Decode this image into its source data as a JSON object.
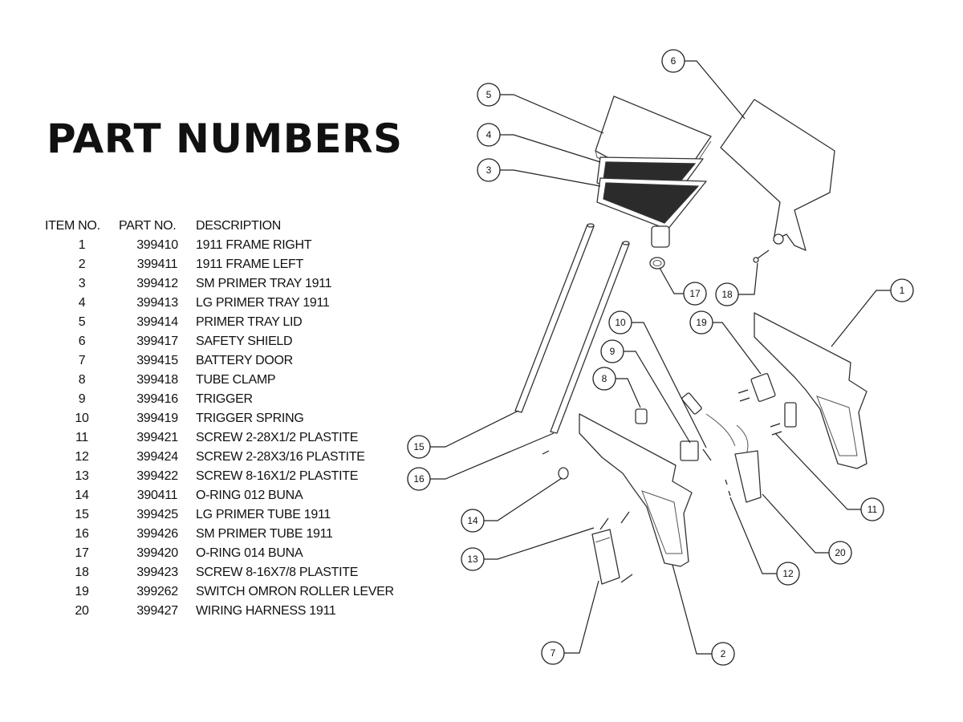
{
  "heading": "PART NUMBERS",
  "table": {
    "headers": {
      "item": "ITEM NO.",
      "part": "PART NO.",
      "description": "DESCRIPTION"
    },
    "rows": [
      {
        "item": "1",
        "part": "399410",
        "description": "1911 FRAME RIGHT"
      },
      {
        "item": "2",
        "part": "399411",
        "description": "1911 FRAME LEFT"
      },
      {
        "item": "3",
        "part": "399412",
        "description": "SM PRIMER TRAY 1911"
      },
      {
        "item": "4",
        "part": "399413",
        "description": "LG PRIMER TRAY 1911"
      },
      {
        "item": "5",
        "part": "399414",
        "description": "PRIMER TRAY LID"
      },
      {
        "item": "6",
        "part": "399417",
        "description": "SAFETY SHIELD"
      },
      {
        "item": "7",
        "part": "399415",
        "description": "BATTERY DOOR"
      },
      {
        "item": "8",
        "part": "399418",
        "description": "TUBE CLAMP"
      },
      {
        "item": "9",
        "part": "399416",
        "description": "TRIGGER"
      },
      {
        "item": "10",
        "part": "399419",
        "description": "TRIGGER SPRING"
      },
      {
        "item": "11",
        "part": "399421",
        "description": "SCREW 2-28X1/2 PLASTITE"
      },
      {
        "item": "12",
        "part": "399424",
        "description": "SCREW 2-28X3/16 PLASTITE"
      },
      {
        "item": "13",
        "part": "399422",
        "description": "SCREW 8-16X1/2 PLASTITE"
      },
      {
        "item": "14",
        "part": "390411",
        "description": "O-RING 012 BUNA"
      },
      {
        "item": "15",
        "part": "399425",
        "description": "LG PRIMER TUBE 1911"
      },
      {
        "item": "16",
        "part": "399426",
        "description": "SM PRIMER TUBE 1911"
      },
      {
        "item": "17",
        "part": "399420",
        "description": "O-RING 014 BUNA"
      },
      {
        "item": "18",
        "part": "399423",
        "description": "SCREW 8-16X7/8 PLASTITE"
      },
      {
        "item": "19",
        "part": "399262",
        "description": "SWITCH OMRON ROLLER LEVER"
      },
      {
        "item": "20",
        "part": "399427",
        "description": "WIRING HARNESS 1911"
      }
    ]
  },
  "callouts": [
    "1",
    "2",
    "3",
    "4",
    "5",
    "6",
    "7",
    "8",
    "9",
    "10",
    "11",
    "12",
    "13",
    "14",
    "15",
    "16",
    "17",
    "18",
    "19",
    "20"
  ]
}
